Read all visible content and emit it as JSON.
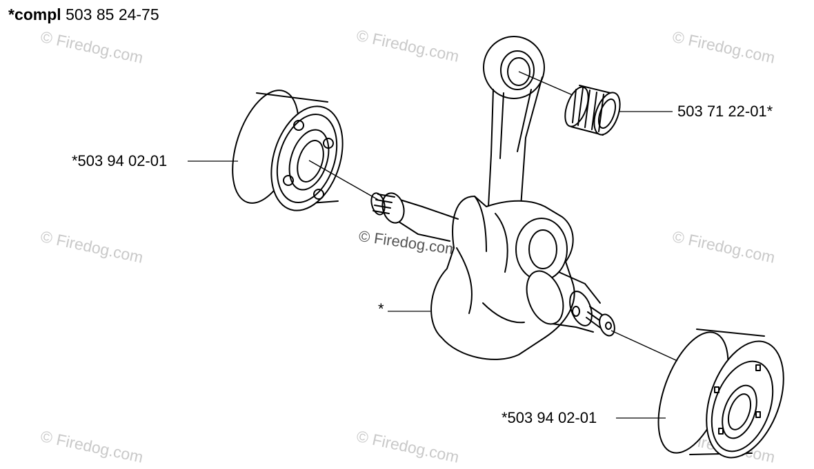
{
  "title": {
    "prefix": "*compl",
    "number": "503 85 24-75"
  },
  "callouts": {
    "bearing_left": "*503 94 02-01",
    "needle_bearing": "503 71 22-01*",
    "crankshaft": "*",
    "bearing_right": "*503 94 02-01"
  },
  "watermark": "© Firedog.com",
  "colors": {
    "line": "#000000",
    "watermark": "#c9c9c9",
    "watermark_center": "#555555"
  }
}
